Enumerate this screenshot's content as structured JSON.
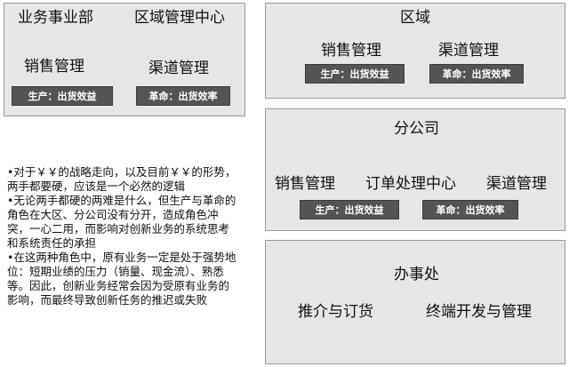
{
  "panel_business": {
    "left_title": "业务事业部",
    "right_title": "区域管理中心",
    "left_label": "销售管理",
    "right_label": "渠道管理",
    "left_badge": "生产：出货效益",
    "right_badge": "革命：出货效率"
  },
  "panel_region": {
    "title": "区域",
    "left_label": "销售管理",
    "right_label": "渠道管理",
    "left_badge": "生产：出货效益",
    "right_badge": "革命：出货效率"
  },
  "panel_branch": {
    "title": "分公司",
    "label_1": "销售管理",
    "label_2": "订单处理中心",
    "label_3": "渠道管理",
    "left_badge": "生产：出货效益",
    "right_badge": "革命：出货效率"
  },
  "panel_office": {
    "title": "办事处",
    "left_label": "推介与订货",
    "right_label": "终端开发与管理"
  },
  "bullets": [
    "•对于￥￥的战略走向，以及目前￥￥的形势，两手都要硬，应该是一个必然的逻辑",
    "•无论两手都硬的两难是什么，但生产与革命的角色在大区、分公司没有分开，造成角色冲突，一心二用，而影响对创新业务的系统思考和系统责任的承担",
    "•在这两种角色中，原有业务一定是处于强势地位：短期业绩的压力（销量、现金流）、熟悉等。因此，创新业务经常会因为受原有业务的影响，而最终导致创新任务的推迟或失败"
  ]
}
